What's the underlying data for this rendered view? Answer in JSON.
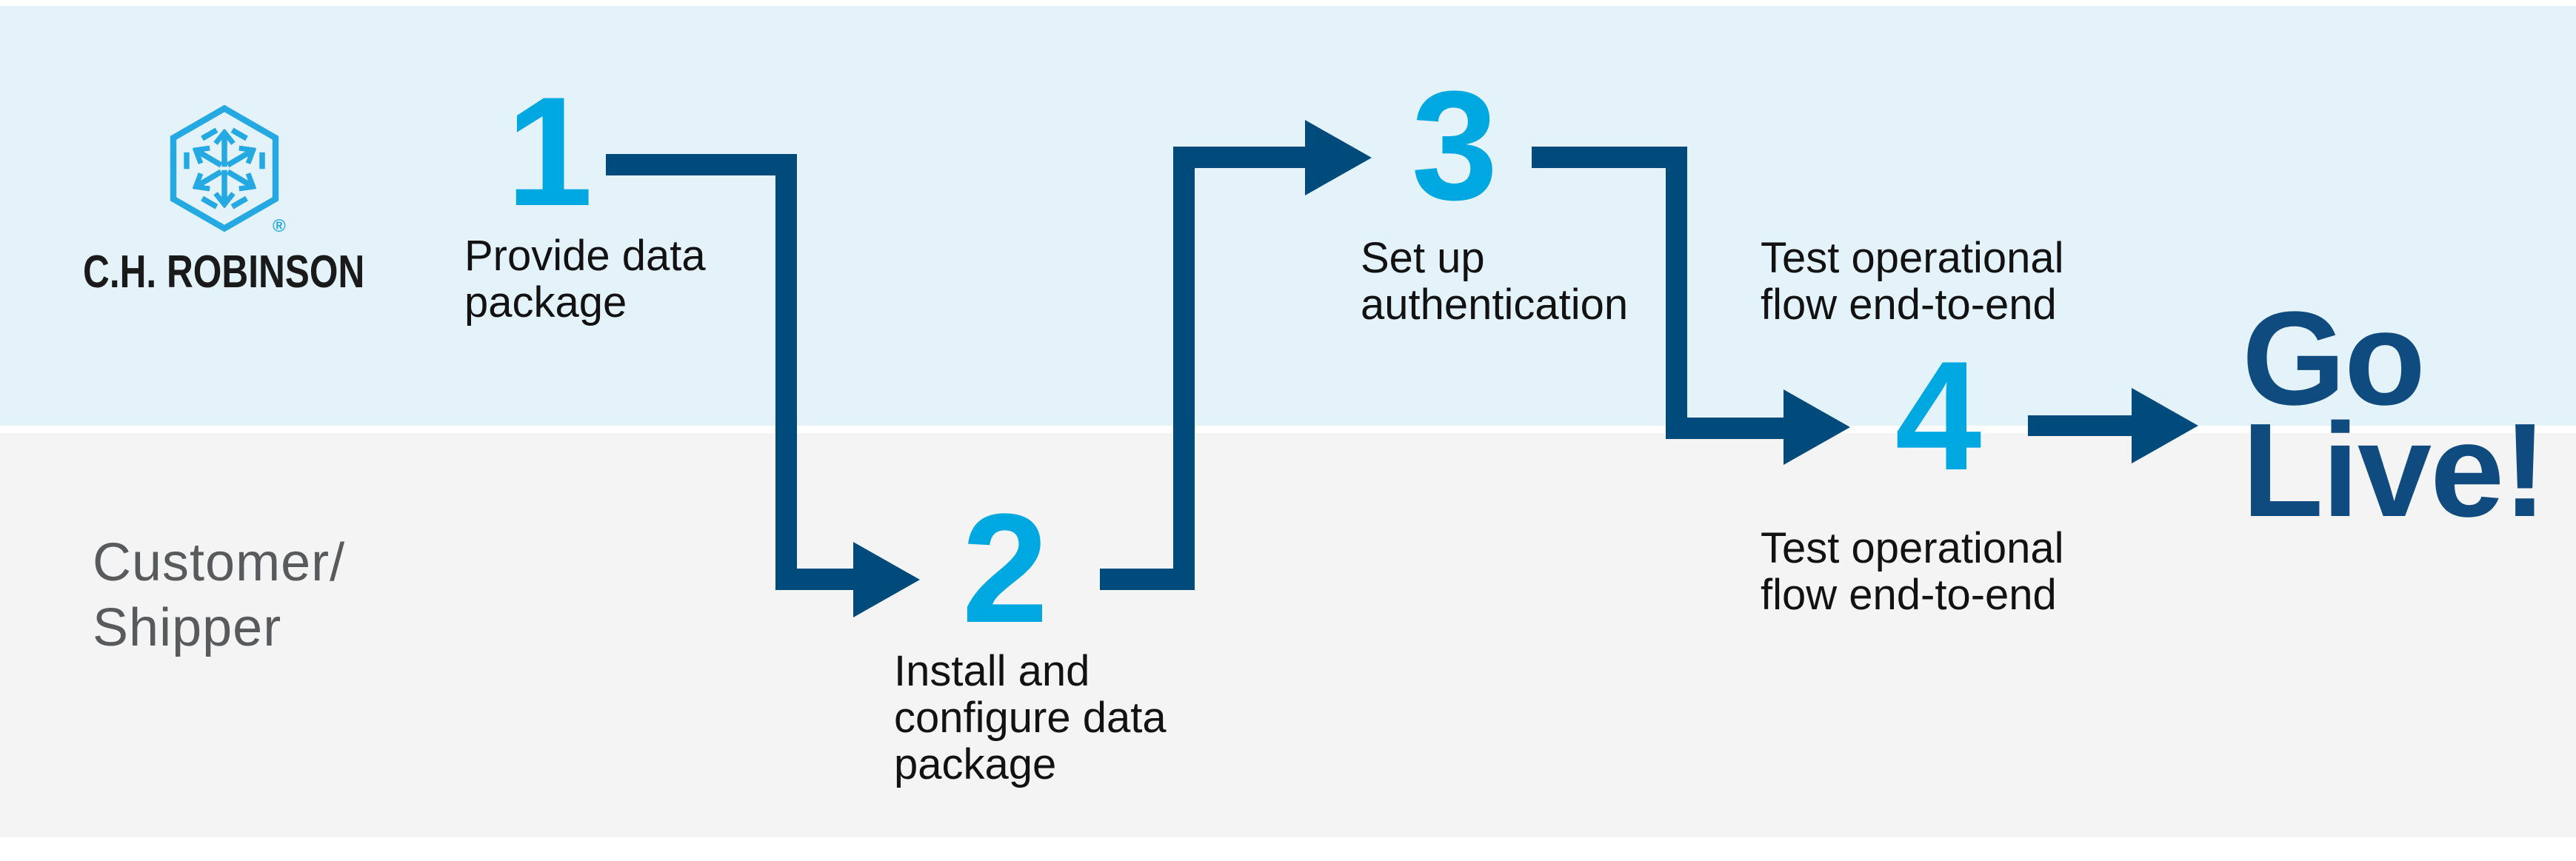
{
  "brand": {
    "wordmark": "C.H. ROBINSON",
    "registered_mark": "®",
    "logo_icon": "hexagon-cube-arrows"
  },
  "lane": {
    "label": "Customer/\nShipper"
  },
  "steps": [
    {
      "number": "1",
      "label": "Provide data\npackage"
    },
    {
      "number": "2",
      "label": "Install and\nconfigure data\npackage"
    },
    {
      "number": "3",
      "label": "Set up\nauthentication"
    },
    {
      "number": "4",
      "label_above": "Test operational\nflow end-to-end",
      "label_below": "Test operational\nflow end-to-end"
    }
  ],
  "outcome": {
    "label": "Go\nLive!"
  },
  "colors": {
    "band_top": "#e4f2fa",
    "band_bottom": "#f4f4f4",
    "arrow": "#004a7c",
    "step_number": "#00a8e2",
    "outcome_text": "#0f4b7e",
    "lane_text": "#595a5c",
    "label_text": "#121212",
    "logo_blue": "#24a9e2",
    "wordmark_text": "#1a1a1a"
  }
}
